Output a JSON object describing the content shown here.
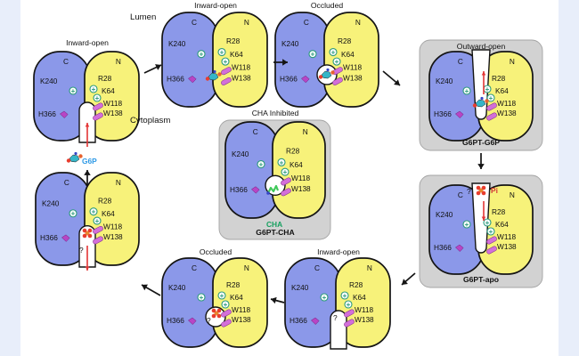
{
  "colors": {
    "background": "#e8eefa",
    "c_domain": "#8b98e9",
    "n_domain": "#f7f27a",
    "highlight_box": "#d2d2d2",
    "g6p_label": "#2f9ae6",
    "cha_label": "#15a05f",
    "pi_label": "#d23939",
    "arrow_red": "#e33535",
    "positive_charge": "#2a9a7c",
    "residue_magenta": "#b845c5"
  },
  "icons": [
    "positive-charge-icon",
    "histidine-residue-icon",
    "tryptophan-residue-icon",
    "g6p-molecule-icon",
    "phosphate-molecule-icon",
    "cha-molecule-icon"
  ],
  "labels": {
    "lumen": "Lumen",
    "cytoplasm": "Cytoplasm"
  },
  "residues": {
    "c_domain": "C",
    "n_domain": "N",
    "k240": "K240",
    "h366": "H366",
    "r28": "R28",
    "k64": "K64",
    "w118": "W118",
    "w138": "W138"
  },
  "states": {
    "s1": {
      "title": "Inward-open"
    },
    "s2": {
      "title": "Inward-open"
    },
    "s3": {
      "title": "Occluded"
    },
    "s4": {
      "title": "Outward-open",
      "complex": "G6PT-G6P"
    },
    "s5": {
      "complex": "G6PT-apo"
    },
    "s6": {
      "title": "Inward-open"
    },
    "s7": {
      "title": "Occluded"
    },
    "s8": {
      "title": ""
    },
    "cha": {
      "title": "CHA Inhibited",
      "complex": "G6PT-CHA"
    }
  },
  "ligands": {
    "g6p": "G6P",
    "cha": "CHA",
    "pi": "Pi",
    "unknown": "?"
  }
}
